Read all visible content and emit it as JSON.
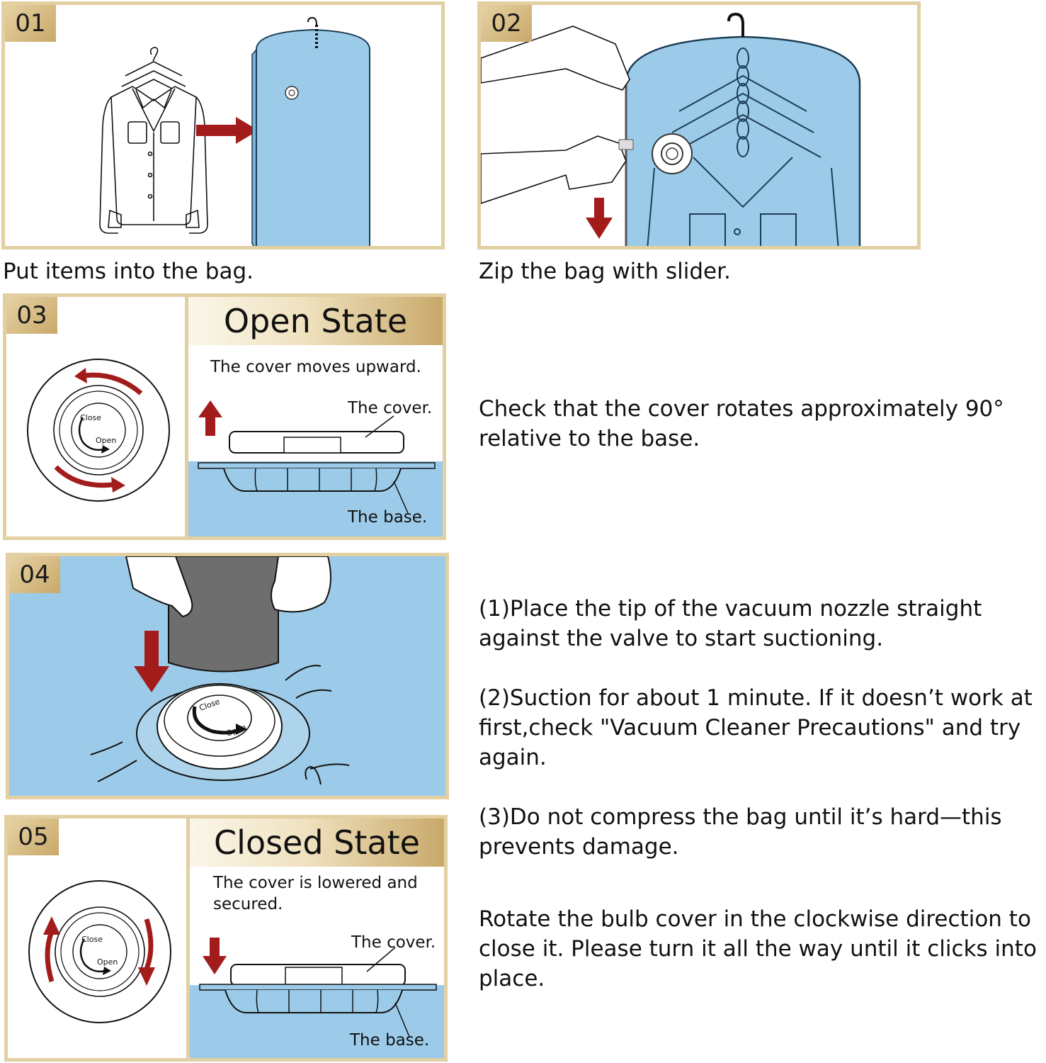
{
  "steps": [
    {
      "number": "01",
      "caption": "Put items into the bag."
    },
    {
      "number": "02",
      "caption": "Zip the bag with slider."
    },
    {
      "number": "03",
      "title": "Open State",
      "desc": "The cover moves upward.",
      "cover_label": "The cover.",
      "base_label": "The base.",
      "valve_close": "Close",
      "valve_open": "Open",
      "caption": "Check that the cover rotates approximately 90° relative to the base."
    },
    {
      "number": "04",
      "valve_close": "Close",
      "valve_open": "Open",
      "lines": [
        "(1)Place the tip of the vacuum nozzle straight against the valve to start suctioning.",
        "(2)Suction for about 1 minute. If it doesn’t work at first,check \"Vacuum Cleaner Precautions\" and try again.",
        "(3)Do not compress the bag until it’s hard—this prevents damage."
      ]
    },
    {
      "number": "05",
      "title": "Closed State",
      "desc": "The cover is lowered and secured.",
      "cover_label": "The cover.",
      "base_label": "The base.",
      "valve_close": "Close",
      "valve_open": "Open",
      "caption": "Rotate the bulb cover in the clockwise direction to close it. Please turn it all the way until it clicks into place."
    }
  ],
  "colors": {
    "gold": "#c9a96a",
    "frame": "#e2cfa2",
    "bag_blue": "#9ccbe9",
    "arrow_red": "#a31c1c",
    "nozzle_gray": "#6e6e6e"
  }
}
